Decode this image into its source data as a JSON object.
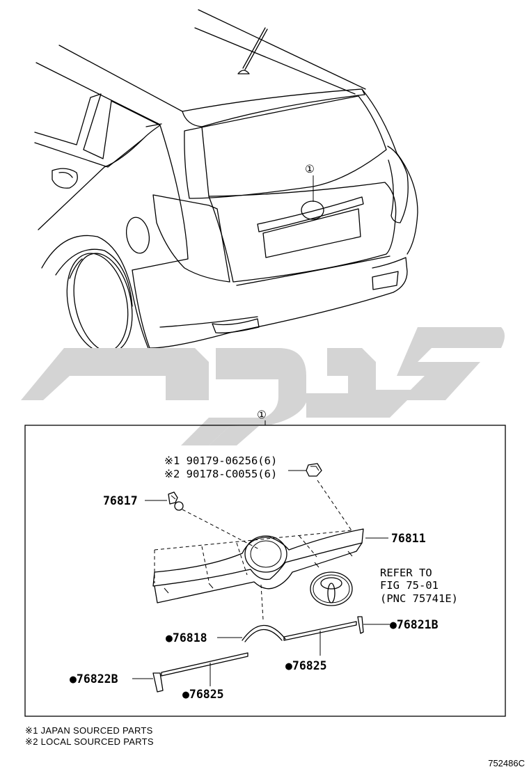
{
  "callouts": {
    "car_callout": "①",
    "box_callout": "①"
  },
  "parts": {
    "clip_japan": "※1 90179-06256(6)",
    "clip_local": "※2 90178-C0055(6)",
    "p76817": "76817",
    "p76811": "76811",
    "refer_line1": "REFER TO",
    "refer_line2": "FIG 75-01",
    "refer_line3": "(PNC 75741E)",
    "p76821b": "●76821B",
    "p76818": "●76818",
    "p76825_right": "●76825",
    "p76822b": "●76822B",
    "p76825_left": "●76825"
  },
  "notes": {
    "note1": "※1 JAPAN SOURCED PARTS",
    "note2": "※2 LOCAL SOURCED PARTS"
  },
  "figure_code": "752486C",
  "watermark": {
    "color": "#d4d4d4",
    "description": "stylized Arabic-script logo watermark"
  }
}
